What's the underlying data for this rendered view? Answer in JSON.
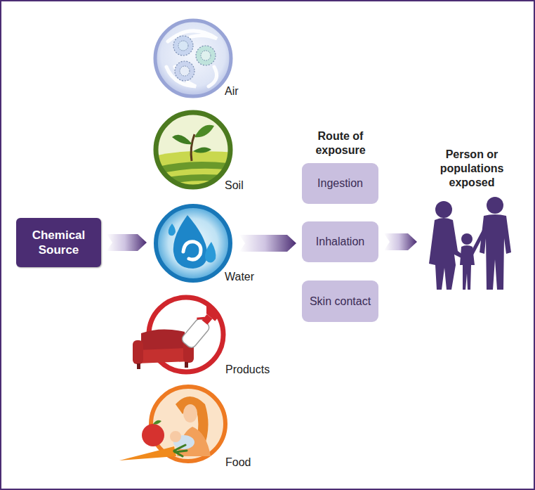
{
  "diagram": {
    "nodes": [
      {
        "text": [
          "Chemical Source"
        ]
      },
      {
        "text": [
          "Air"
        ]
      },
      {
        "text": [
          "Soil"
        ]
      },
      {
        "text": [
          "Water"
        ]
      },
      {
        "text": [
          "Products"
        ]
      },
      {
        "text": [
          "Food"
        ]
      },
      {
        "text": [
          "Ingestion"
        ]
      },
      {
        "text": [
          "Inhalation"
        ]
      },
      {
        "text": [
          "Skin contact"
        ]
      },
      {
        "text": [
          "Person or populations exposed"
        ]
      }
    ],
    "edges": [
      {
        "from": 0,
        "to": 3,
        "arrow": "to"
      },
      {
        "from": 3,
        "to": 7,
        "arrow": "to"
      },
      {
        "from": 7,
        "to": 9,
        "arrow": "to"
      }
    ],
    "labels": [
      "Route of exposure"
    ]
  }
}
